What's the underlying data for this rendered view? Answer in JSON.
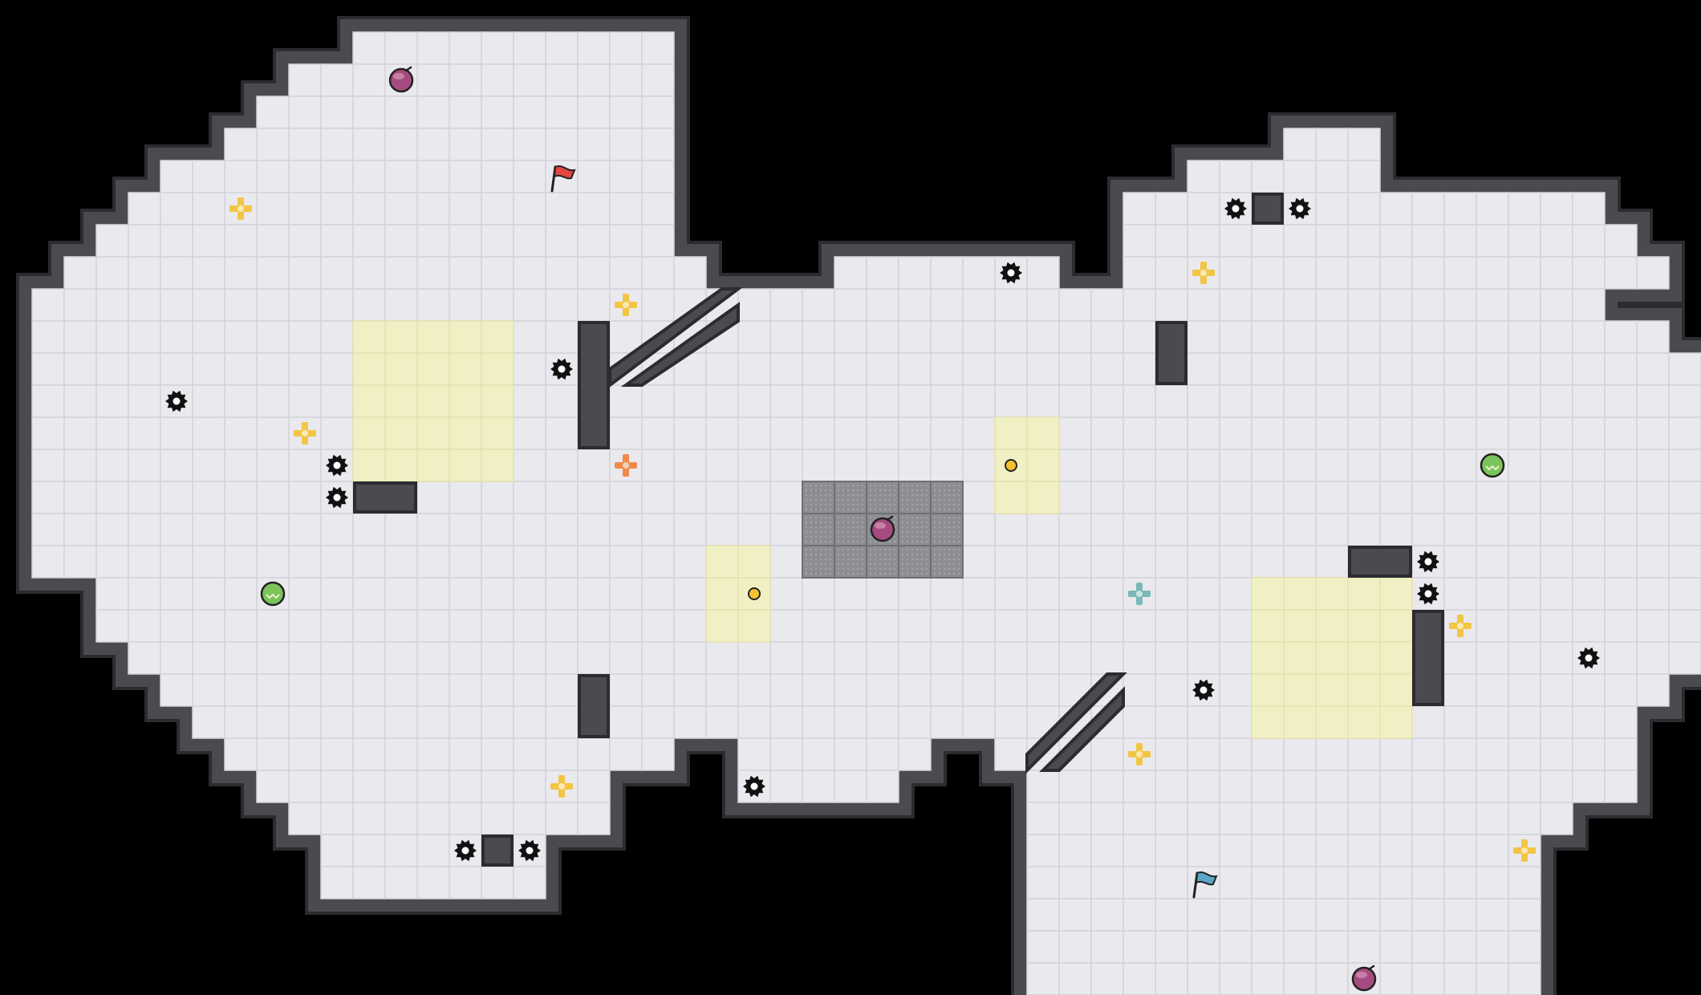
{
  "grid": {
    "cols": 53,
    "rows": 31,
    "floor": [
      "..........##########.................................",
      "........############.................................",
      ".......#############.................................",
      "......##############...................###...........",
      "....################................######...........",
      "...#################..............###############....",
      "..##################..............################...",
      ".####################....#######..#################..",
      "#################################################....",
      "###################################################..",
      "#####################################################",
      "#####################################################",
      "#####################################################",
      "#####################################################",
      "#####################################################",
      "#####################################################",
      "#####################################################",
      "..###################################################",
      "..###################################################",
      "...#################################################.",
      "....###############################################..",
      ".....#############################################...",
      "......##############..######..####################...",
      ".......###########....#####....###################...",
      "........##########.............#################.....",
      ".........#######...............################......",
      ".........#######...............################......",
      "...............................################......",
      "...............................################......",
      "...............................################......",
      "..............................................."
    ],
    "yellow_blocks": [
      [
        10,
        9,
        5,
        5
      ],
      [
        30,
        12,
        2,
        3
      ],
      [
        21,
        16,
        2,
        3
      ],
      [
        38,
        17,
        5,
        5
      ]
    ],
    "mesh_blocks": [
      [
        24,
        14,
        5,
        3
      ]
    ],
    "walls": [
      [
        17,
        9,
        1,
        4
      ],
      [
        10,
        14,
        2,
        1
      ],
      [
        35,
        9,
        1,
        2
      ],
      [
        41,
        16,
        2,
        1
      ],
      [
        17,
        20,
        1,
        2
      ],
      [
        14,
        25,
        1,
        1
      ],
      [
        38,
        5,
        1,
        1
      ],
      [
        43,
        18,
        1,
        3
      ]
    ],
    "diagonals": [
      [
        18,
        8,
        4,
        3
      ],
      [
        31,
        20,
        3,
        3
      ]
    ]
  },
  "spikes": [
    [
      4,
      11
    ],
    [
      9,
      13
    ],
    [
      9,
      14
    ],
    [
      16,
      10
    ],
    [
      30,
      7
    ],
    [
      37,
      5
    ],
    [
      39,
      5
    ],
    [
      43,
      16
    ],
    [
      43,
      17
    ],
    [
      48,
      19
    ],
    [
      36,
      20
    ],
    [
      22,
      23
    ],
    [
      13,
      25
    ],
    [
      15,
      25
    ]
  ],
  "yellow_crosses": [
    [
      6,
      5
    ],
    [
      18,
      8
    ],
    [
      8,
      12
    ],
    [
      36,
      7
    ],
    [
      44,
      18
    ],
    [
      34,
      22
    ],
    [
      16,
      23
    ],
    [
      46,
      25
    ]
  ],
  "orange_cross": [
    18,
    13
  ],
  "teal_cross": [
    34,
    17
  ],
  "gems": [
    [
      11,
      1
    ],
    [
      26,
      15
    ],
    [
      41,
      29
    ]
  ],
  "green_orbs": [
    [
      7,
      17
    ],
    [
      45,
      13
    ]
  ],
  "coins": [
    [
      30,
      13
    ],
    [
      22,
      17
    ]
  ],
  "red_flag": [
    16,
    4
  ],
  "blue_flag": [
    36,
    26
  ],
  "colors": {
    "background": "#000000",
    "floor": "#e9e9ee",
    "grid_line": "#d3d3da",
    "wall": "#4a4a50",
    "wall_edge": "#2c2c30",
    "yellow_zone": "#f1f0c4",
    "mesh": "#8d8d92",
    "spike": "#111111",
    "yellow_cross": "#f2c544",
    "orange_cross": "#f08a4b",
    "teal_cross": "#79b9b9",
    "gem": "#a54b7f",
    "green_orb": "#7bc35b",
    "coin": "#f2c230",
    "red_flag": "#e2463f",
    "blue_flag": "#5aa6c8"
  }
}
